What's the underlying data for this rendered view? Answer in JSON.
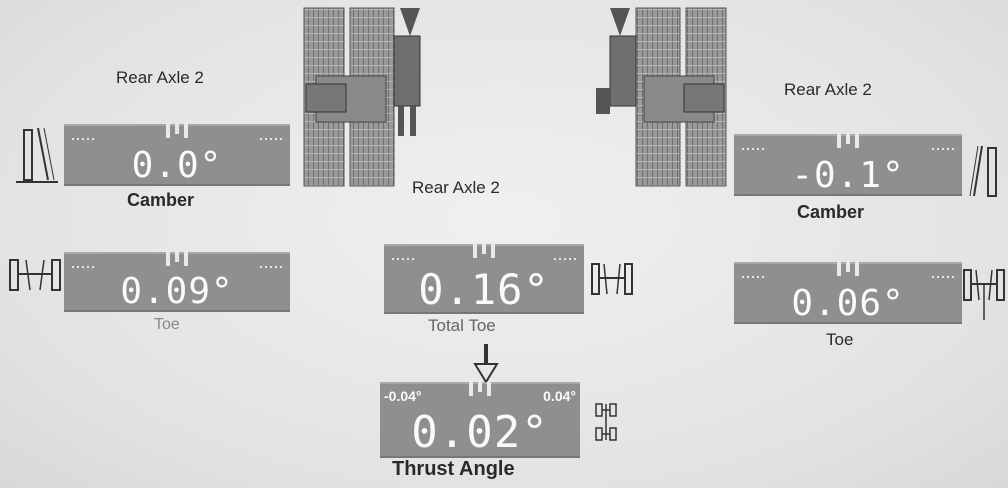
{
  "left_panel": {
    "title": "Rear Axle 2",
    "camber": {
      "value": "0.0°",
      "label": "Camber"
    },
    "toe": {
      "value": "0.09°",
      "label": "Toe"
    }
  },
  "center_panel": {
    "title": "Rear Axle 2",
    "total_toe": {
      "value": "0.16°",
      "label": "Total Toe"
    },
    "thrust_angle": {
      "value": "0.02°",
      "label": "Thrust Angle",
      "min_label": "-0.04°",
      "max_label": "0.04°"
    }
  },
  "right_panel": {
    "title": "Rear Axle 2",
    "camber": {
      "value": "-0.1°",
      "label": "Camber"
    },
    "toe": {
      "value": "0.06°",
      "label": "Toe"
    }
  }
}
